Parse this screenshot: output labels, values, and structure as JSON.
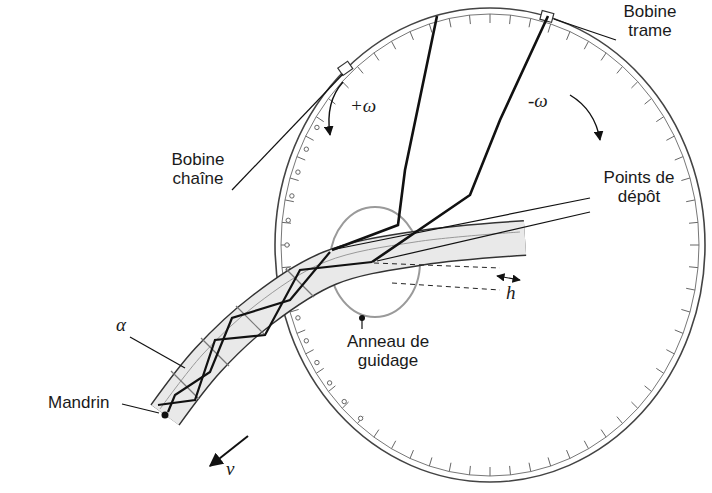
{
  "diagram": {
    "labels": [
      "Bobine trame",
      "+ω",
      "-ω",
      "Bobine chaîne",
      "Points de dépôt",
      "h",
      "α",
      "Mandrin",
      "Anneau de guidage",
      "v"
    ]
  }
}
